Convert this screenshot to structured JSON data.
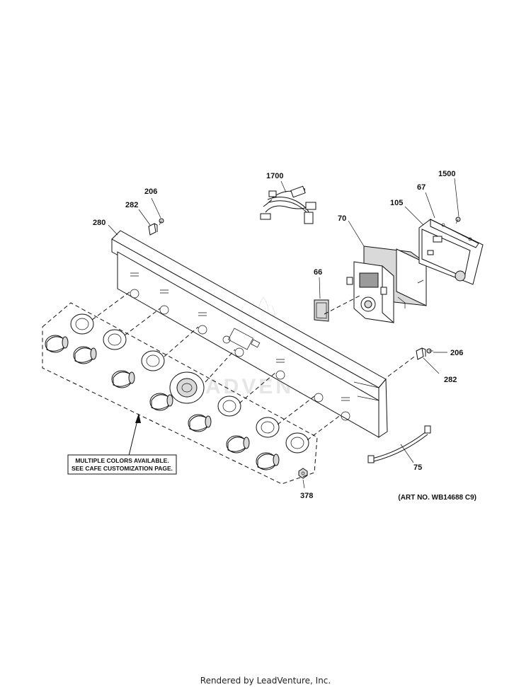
{
  "callouts": {
    "c1700": "1700",
    "c1500": "1500",
    "c206_top": "206",
    "c282_top": "282",
    "c280": "280",
    "c67": "67",
    "c105": "105",
    "c70": "70",
    "c66": "66",
    "c206_right": "206",
    "c282_right": "282",
    "c75": "75",
    "c378": "378"
  },
  "note": {
    "line1": "MULTIPLE COLORS AVAILABLE.",
    "line2": "SEE CAFE CUSTOMIZATION PAGE."
  },
  "art_number": "(ART NO. WB14688 C9)",
  "footer": "Rendered by LeadVenture, Inc.",
  "watermark": "ADVENTURE"
}
